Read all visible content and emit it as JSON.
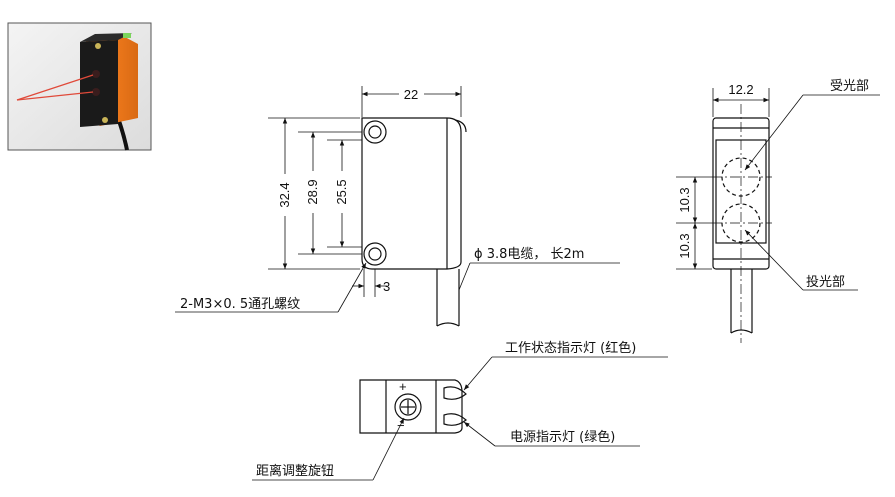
{
  "front_view": {
    "width": "22",
    "height_overall": "32.4",
    "hole_pitch": "28.9",
    "inner_height": "25.5",
    "hole_offset": "3",
    "mounting_note": "2-M3×0. 5通孔螺纹",
    "cable_note": "ϕ 3.8电缆， 长2m"
  },
  "side_view": {
    "width": "12.2",
    "upper_pitch": "10.3",
    "lower_pitch": "10.3",
    "receiver_label": "受光部",
    "emitter_label": "投光部"
  },
  "back_view": {
    "status_led_label": "工作状态指示灯 (红色)",
    "power_led_label": "电源指示灯 (绿色)",
    "adjust_knob_label": "距离调整旋钮",
    "plus_mark": "+",
    "minus_mark": "−"
  },
  "colors": {
    "sensor_body": "#f07a1c",
    "beam": "#e04a3a",
    "line": "#111111"
  }
}
